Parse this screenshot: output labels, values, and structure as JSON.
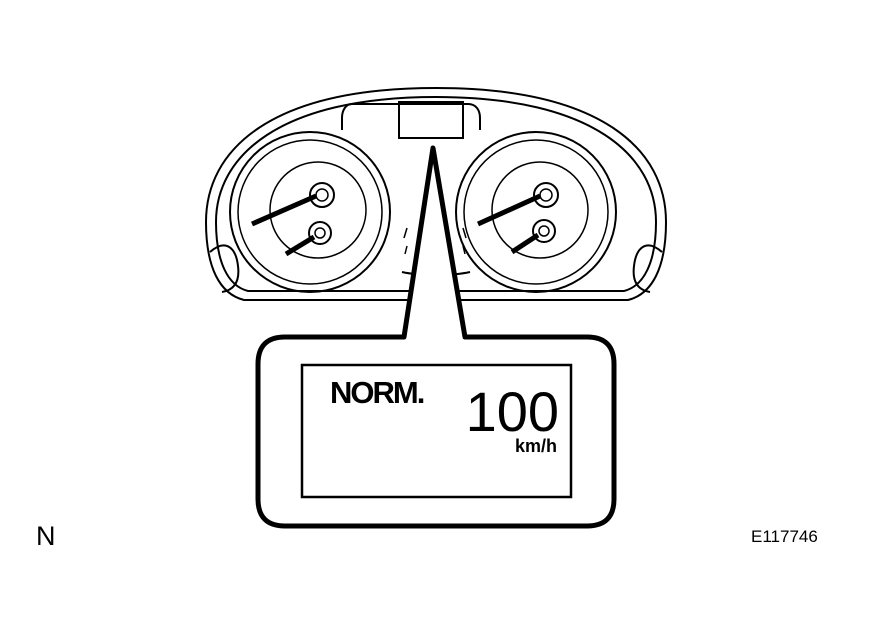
{
  "display": {
    "mode_label": "NORM.",
    "speed_value": "100",
    "speed_unit": "km/h"
  },
  "labels": {
    "corner_letter": "N",
    "figure_id": "E117746"
  },
  "colors": {
    "line": "#000000",
    "background": "#ffffff"
  }
}
